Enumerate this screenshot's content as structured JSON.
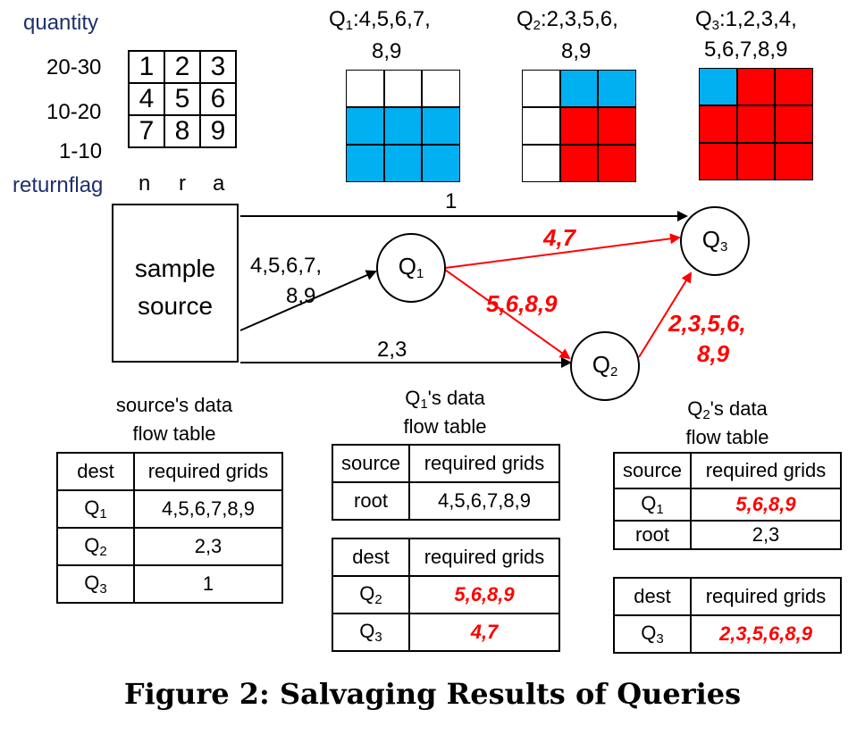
{
  "grid_legend": {
    "quantity_label": "quantity",
    "rows": [
      {
        "label": "20-30",
        "cells": [
          "1",
          "2",
          "3"
        ]
      },
      {
        "label": "10-20",
        "cells": [
          "4",
          "5",
          "6"
        ]
      },
      {
        "label": "1-10",
        "cells": [
          "7",
          "8",
          "9"
        ]
      }
    ],
    "returnflag_label": "returnflag",
    "columns": [
      "n",
      "r",
      "a"
    ]
  },
  "query_grids": [
    {
      "label_main": "Q",
      "label_sub": "1",
      "label_rest": ":4,5,6,7,",
      "label_line2": "8,9",
      "cells": [
        "white",
        "white",
        "white",
        "blue",
        "blue",
        "blue",
        "blue",
        "blue",
        "blue"
      ]
    },
    {
      "label_main": "Q",
      "label_sub": "2",
      "label_rest": ":2,3,5,6,",
      "label_line2": "8,9",
      "cells": [
        "white",
        "blue",
        "blue",
        "white",
        "red",
        "red",
        "white",
        "red",
        "red"
      ]
    },
    {
      "label_main": "Q",
      "label_sub": "3",
      "label_rest": ":1,2,3,4,",
      "label_line2": "5,6,7,8,9",
      "cells": [
        "blue",
        "red",
        "red",
        "red",
        "red",
        "red",
        "red",
        "red",
        "red"
      ]
    }
  ],
  "colors": {
    "blue": "#00b0f0",
    "red": "#ff0000",
    "white": "#ffffff",
    "label_blue": "#1f2f6e"
  },
  "nodes": {
    "source_line1": "sample",
    "source_line2": "source",
    "q1_main": "Q",
    "q1_sub": "1",
    "q2_main": "Q",
    "q2_sub": "2",
    "q3_main": "Q",
    "q3_sub": "3"
  },
  "edges": {
    "src_q3": "1",
    "src_q1_line1": "4,5,6,7,",
    "src_q1_line2": "8,9",
    "src_q2": "2,3",
    "q1_q3": "4,7",
    "q1_q2": "5,6,8,9",
    "q2_q3_line1": "2,3,5,6,",
    "q2_q3_line2": "8,9"
  },
  "source_table": {
    "title_line1": "source's data",
    "title_line2": "flow table",
    "headers": [
      "dest",
      "required grids"
    ],
    "rows": [
      {
        "dest_main": "Q",
        "dest_sub": "1",
        "grids": "4,5,6,7,8,9"
      },
      {
        "dest_main": "Q",
        "dest_sub": "2",
        "grids": "2,3"
      },
      {
        "dest_main": "Q",
        "dest_sub": "3",
        "grids": "1"
      }
    ]
  },
  "q1_table": {
    "title_main": "Q",
    "title_sub": "1",
    "title_rest": "'s data",
    "title_line2": "flow table",
    "in_headers": [
      "source",
      "required grids"
    ],
    "in_rows": [
      {
        "src": "root",
        "grids": "4,5,6,7,8,9"
      }
    ],
    "out_headers": [
      "dest",
      "required grids"
    ],
    "out_rows": [
      {
        "dest_main": "Q",
        "dest_sub": "2",
        "grids": "5,6,8,9"
      },
      {
        "dest_main": "Q",
        "dest_sub": "3",
        "grids": "4,7"
      }
    ]
  },
  "q2_table": {
    "title_main": "Q",
    "title_sub": "2",
    "title_rest": "'s data",
    "title_line2": "flow table",
    "in_headers": [
      "source",
      "required grids"
    ],
    "in_rows": [
      {
        "src_main": "Q",
        "src_sub": "1",
        "grids": "5,6,8,9"
      },
      {
        "src": "root",
        "grids": "2,3"
      }
    ],
    "out_headers": [
      "dest",
      "required grids"
    ],
    "out_rows": [
      {
        "dest_main": "Q",
        "dest_sub": "3",
        "grids": "2,3,5,6,8,9"
      }
    ]
  },
  "caption": "Figure 2: Salvaging Results of Queries"
}
